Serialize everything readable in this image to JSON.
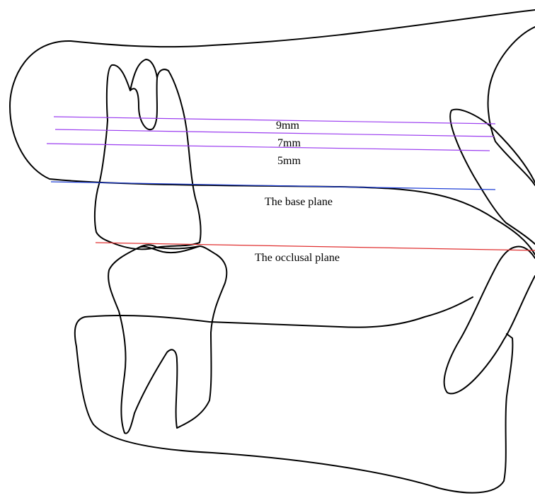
{
  "labels": {
    "depth_9": "9mm",
    "depth_7": "7mm",
    "depth_5": "5mm",
    "base_plane": "The base plane",
    "occlusal_plane": "The occlusal plane"
  },
  "colors": {
    "outline": "#000000",
    "depth_lines": "#9b3df0",
    "base_plane": "#1f3fd6",
    "occlusal_plane": "#e03030"
  }
}
